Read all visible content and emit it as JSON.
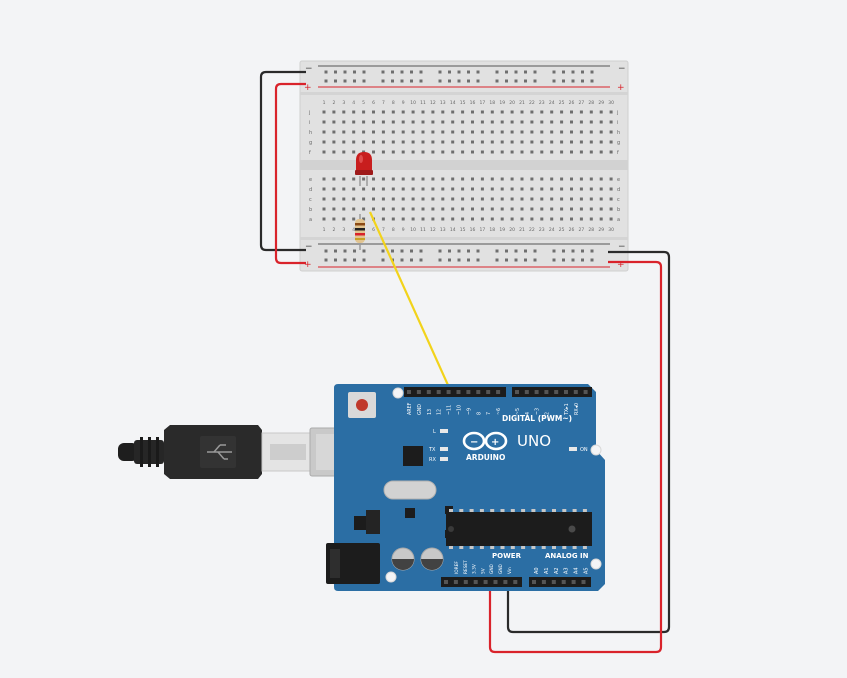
{
  "breadboard": {
    "rail_minus": "−",
    "rail_plus": "+",
    "columns": [
      "1",
      "2",
      "3",
      "4",
      "5",
      "6",
      "7",
      "8",
      "9",
      "10",
      "11",
      "12",
      "13",
      "14",
      "15",
      "16",
      "17",
      "18",
      "19",
      "20",
      "21",
      "22",
      "23",
      "24",
      "25",
      "26",
      "27",
      "28",
      "29",
      "30"
    ],
    "rows_top": [
      "j",
      "i",
      "h",
      "g",
      "f"
    ],
    "rows_bottom": [
      "e",
      "d",
      "c",
      "b",
      "a"
    ]
  },
  "arduino": {
    "brand": "ARDUINO",
    "model": "UNO",
    "digital_label": "DIGITAL (PWM~)",
    "power_label": "POWER",
    "analog_label": "ANALOG IN",
    "on_label": "ON",
    "l_label": "L",
    "tx_label": "TX",
    "rx_label": "RX",
    "digital_pins": [
      "AREF",
      "GND",
      "13",
      "12",
      "~11",
      "~10",
      "~9",
      "8",
      "7",
      "~6",
      "~5",
      "4",
      "~3",
      "2",
      "TX▸1",
      "RX◂0"
    ],
    "power_pins": [
      "IOREF",
      "RESET",
      "3.3V",
      "5V",
      "GND",
      "GND",
      "Vin"
    ],
    "analog_pins": [
      "A0",
      "A1",
      "A2",
      "A3",
      "A4",
      "A5"
    ]
  },
  "colors": {
    "board_blue": "#2b6ea4",
    "wire_red": "#d9232b",
    "wire_black": "#2a2a2a",
    "wire_yellow": "#f2d31b",
    "led_red": "#c81e1e"
  }
}
